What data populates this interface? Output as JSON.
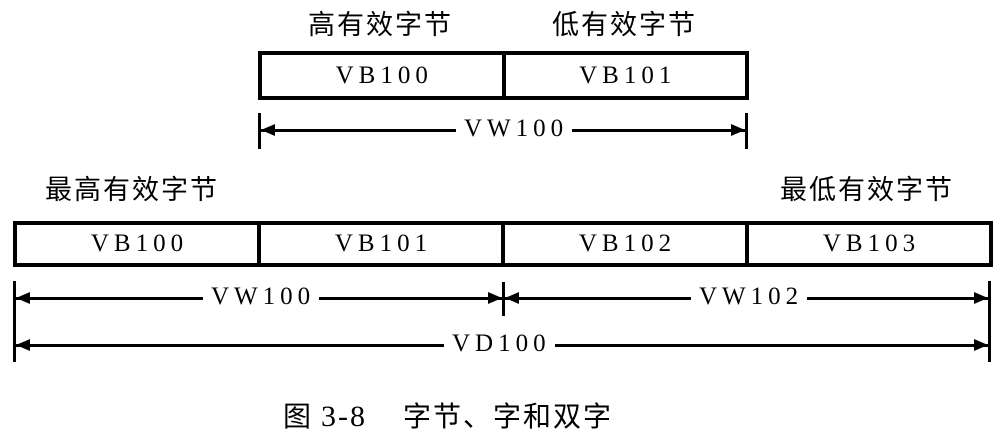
{
  "word_diagram": {
    "labels": {
      "high_byte": "高有效字节",
      "low_byte": "低有效字节"
    },
    "cells": [
      "VB100",
      "VB101"
    ],
    "word_label": "VW100"
  },
  "dword_diagram": {
    "labels": {
      "most_significant": "最高有效字节",
      "least_significant": "最低有效字节"
    },
    "cells": [
      "VB100",
      "VB101",
      "VB102",
      "VB103"
    ],
    "word_labels": [
      "VW100",
      "VW102"
    ],
    "dword_label": "VD100"
  },
  "caption": {
    "prefix": "图",
    "number": "3-8",
    "title": "字节、字和双字"
  }
}
